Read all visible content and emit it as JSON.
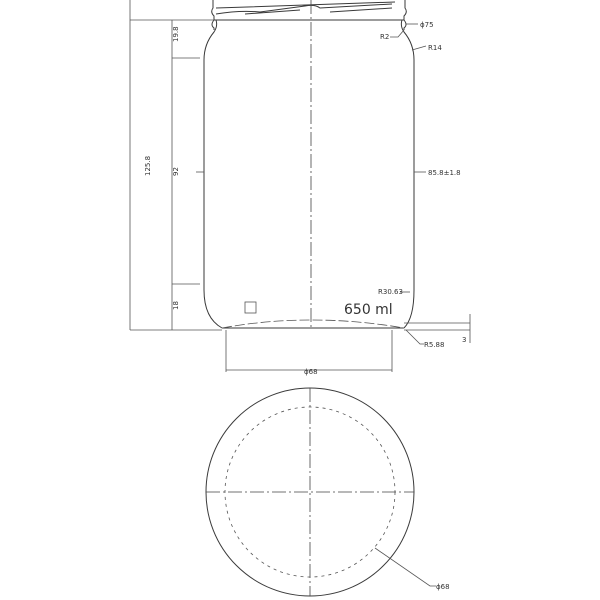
{
  "drawing": {
    "type": "Technical drawing - glass jar (front elevation and bottom view)",
    "capacity_label": "650 ml",
    "dimensions": {
      "overall_height": "125.8",
      "shoulder_height": "19.8",
      "body_height": "92",
      "base_height": "18",
      "neck_diameter": "ϕ75",
      "neck_radius": "R2",
      "shoulder_radius": "R14",
      "body_diameter": "85.8±1.8",
      "heel_radius": "R30.63",
      "base_edge_radius": "R5.88",
      "base_recess": "3",
      "base_diameter": "ϕ68",
      "bottom_knurl_diameter": "ϕ68"
    },
    "colors": {
      "line": "#3a3a3a",
      "background": "#ffffff"
    }
  }
}
